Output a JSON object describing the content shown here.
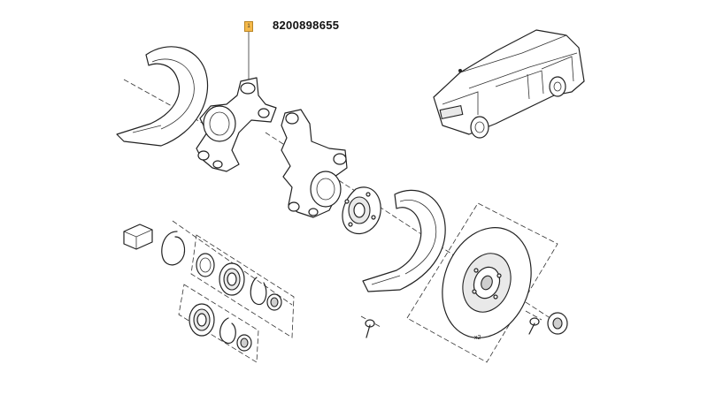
{
  "callout": {
    "label": "1"
  },
  "part_number": "8200898655",
  "quantity_label": "x2",
  "parts": [
    "dust-shield-rear",
    "steering-knuckle-highlighted",
    "steering-knuckle",
    "wheel-hub",
    "dust-shield-front",
    "brake-disc",
    "hub-nut",
    "disc-screw",
    "shield-bolt",
    "bearing-kit-box",
    "circlip",
    "wheel-bearing",
    "bearing-nut",
    "vehicle-location-view"
  ]
}
